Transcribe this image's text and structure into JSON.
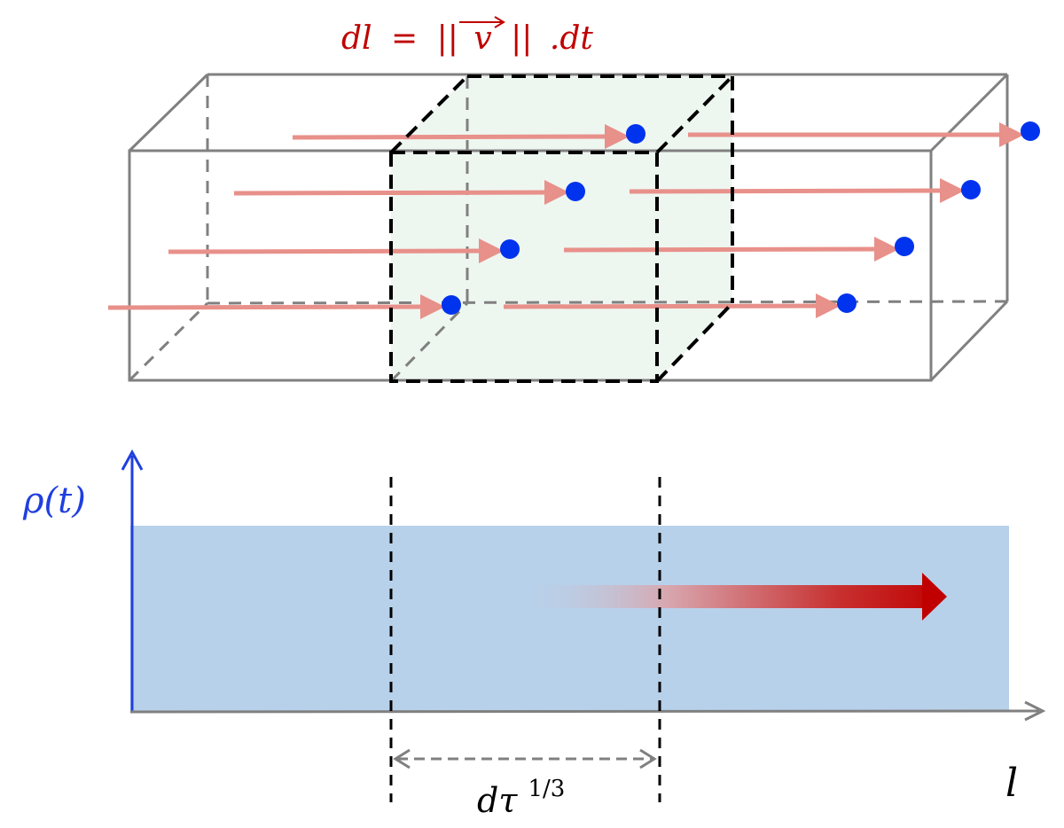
{
  "top_formula": {
    "dl": "dl",
    "equals": "=",
    "bars_left": "||",
    "v": "v",
    "vector_arrow": "→",
    "bars_right": "||",
    "dot_dt": ".dt"
  },
  "graph": {
    "y_label": "ρ(t)",
    "x_label": "l",
    "width_label_base": "dτ",
    "width_label_exponent": "1/3"
  },
  "colors": {
    "formula": "#c00000",
    "rho_axis": "#1f3fe0",
    "particle": "#0033ee",
    "flow_arrow": "#e8908a",
    "density_fill": "#b8d1ea",
    "slab_fill": "#eef6f0",
    "gradient_arrow": "#c00000"
  }
}
